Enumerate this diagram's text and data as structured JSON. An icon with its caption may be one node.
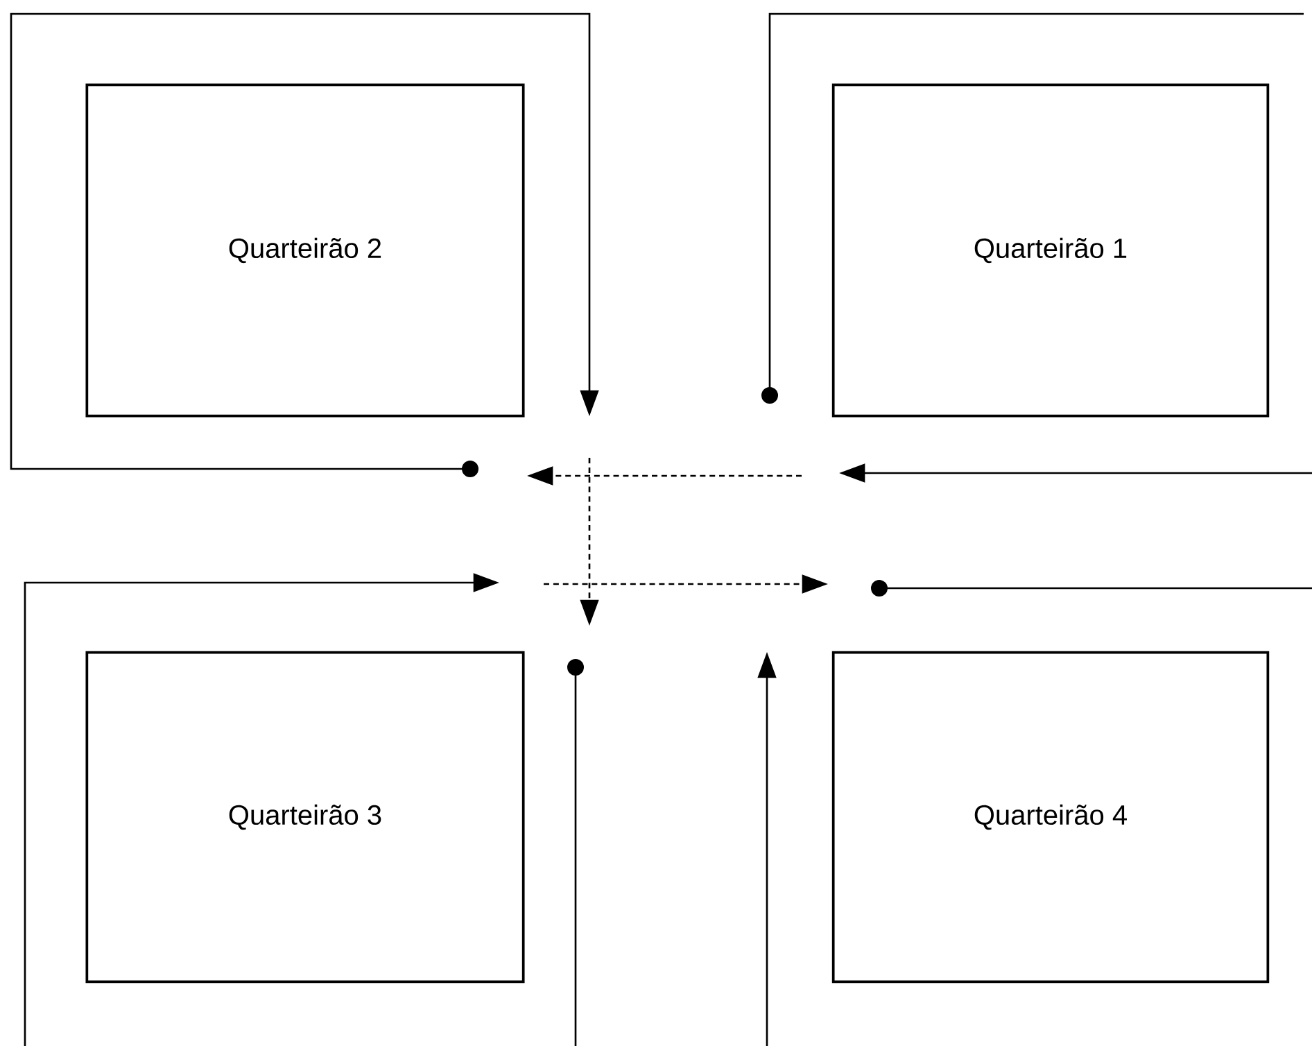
{
  "diagram": {
    "nodes": [
      {
        "text": [
          "Quarteirão 2"
        ]
      },
      {
        "text": [
          "Quarteirão 1"
        ]
      },
      {
        "text": [
          "Quarteirão 3"
        ]
      },
      {
        "text": [
          "Quarteirão 4"
        ]
      }
    ]
  }
}
